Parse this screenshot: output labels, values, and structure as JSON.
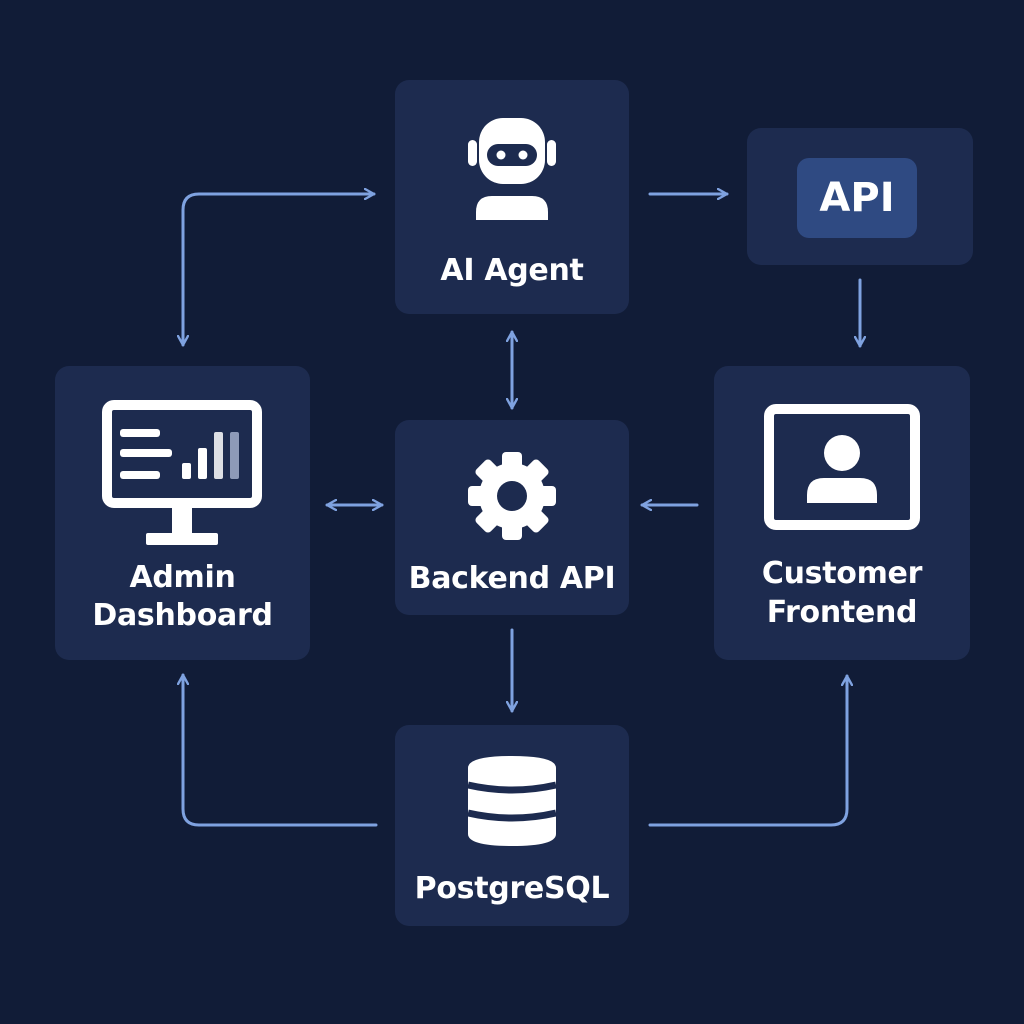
{
  "nodes": {
    "ai_agent": {
      "label": "AI Agent",
      "icon": "robot-icon"
    },
    "api": {
      "badge": "API"
    },
    "admin_dashboard": {
      "label_line1": "Admin",
      "label_line2": "Dashboard",
      "icon": "monitor-chart-icon"
    },
    "backend_api": {
      "label": "Backend API",
      "icon": "gear-icon"
    },
    "customer_frontend": {
      "label_line1": "Customer",
      "label_line2": "Frontend",
      "icon": "user-screen-icon"
    },
    "postgresql": {
      "label": "PostgreSQL",
      "icon": "database-icon"
    }
  },
  "edges": [
    {
      "from": "admin_dashboard",
      "to": "ai_agent",
      "direction": "bidirectional"
    },
    {
      "from": "ai_agent",
      "to": "api",
      "direction": "forward"
    },
    {
      "from": "api",
      "to": "customer_frontend",
      "direction": "forward"
    },
    {
      "from": "ai_agent",
      "to": "backend_api",
      "direction": "bidirectional"
    },
    {
      "from": "admin_dashboard",
      "to": "backend_api",
      "direction": "bidirectional"
    },
    {
      "from": "customer_frontend",
      "to": "backend_api",
      "direction": "forward"
    },
    {
      "from": "backend_api",
      "to": "postgresql",
      "direction": "forward"
    },
    {
      "from": "postgresql",
      "to": "admin_dashboard",
      "direction": "forward"
    },
    {
      "from": "postgresql",
      "to": "customer_frontend",
      "direction": "forward"
    }
  ],
  "colors": {
    "background": "#111c37",
    "node": "#1d2b4f",
    "connector": "#7fa2e0",
    "icon": "#ffffff",
    "api_badge": "#2f4a82"
  }
}
